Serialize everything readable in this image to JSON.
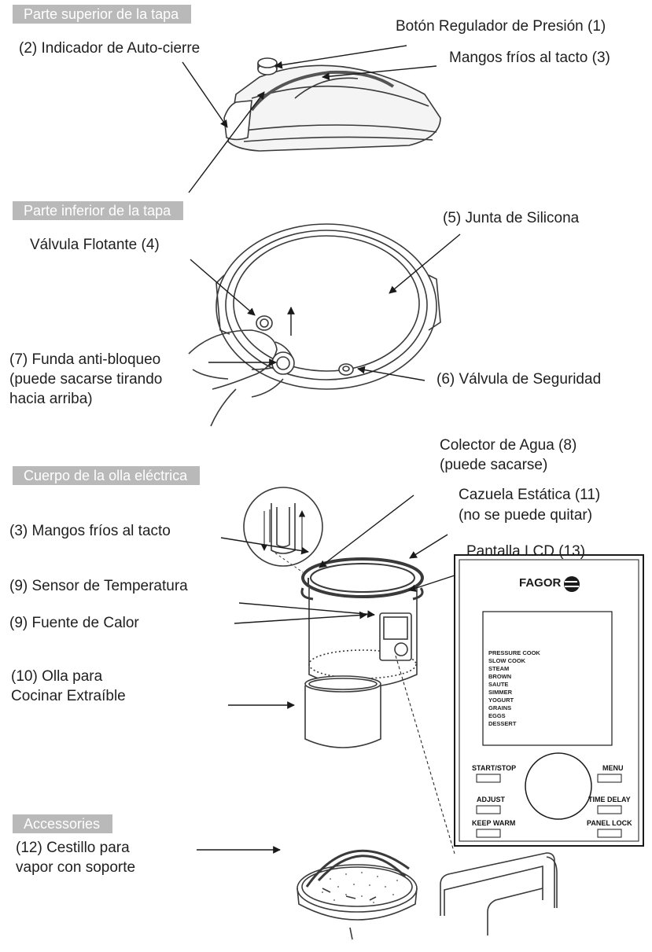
{
  "sections": {
    "lid_top": "Parte superior de la tapa",
    "lid_bottom": "Parte inferior de la tapa",
    "body": "Cuerpo de la olla eléctrica",
    "accessories": "Accessories"
  },
  "labels": {
    "pressure_button": "Botón Regulador de Presión (1)",
    "auto_lock": "(2) Indicador de Auto-cierre",
    "cool_handles_lid": "Mangos fríos al tacto (3)",
    "silicone_gasket": "(5) Junta de Silicona",
    "float_valve": "Válvula Flotante (4)",
    "anti_block_1": "(7) Funda anti-bloqueo",
    "anti_block_2": "(puede sacarse tirando",
    "anti_block_3": "hacia arriba)",
    "safety_valve": "(6) Válvula de Seguridad",
    "water_collector_1": "Colector de Agua (8)",
    "water_collector_2": "(puede sacarse)",
    "static_pot_1": "Cazuela Estática (11)",
    "static_pot_2": "(no se puede quitar)",
    "cool_handles_body": "(3) Mangos fríos al tacto",
    "lcd_screen": "Pantalla LCD (13)",
    "temp_sensor": "(9) Sensor de Temperatura",
    "heat_source": "(9) Fuente de Calor",
    "inner_pot_1": "(10) Olla para",
    "inner_pot_2": "Cocinar Extraíble",
    "steam_basket_1": "(12) Cestillo para",
    "steam_basket_2": "vapor con soporte"
  },
  "panel": {
    "brand": "FAGOR",
    "menu_items": [
      "PRESSURE COOK",
      "SLOW COOK",
      "STEAM",
      "BROWN",
      "SAUTE",
      "SIMMER",
      "YOGURT",
      "GRAINS",
      "EGGS",
      "DESSERT"
    ],
    "buttons": {
      "start_stop": "START/STOP",
      "adjust": "ADJUST",
      "keep_warm": "KEEP WARM",
      "menu": "MENU",
      "time_delay": "TIME DELAY",
      "panel_lock": "PANEL LOCK"
    }
  },
  "colors": {
    "section_bg": "#b9b9b9",
    "line": "#1a1a1a",
    "drawing": "#3a3a3a"
  }
}
